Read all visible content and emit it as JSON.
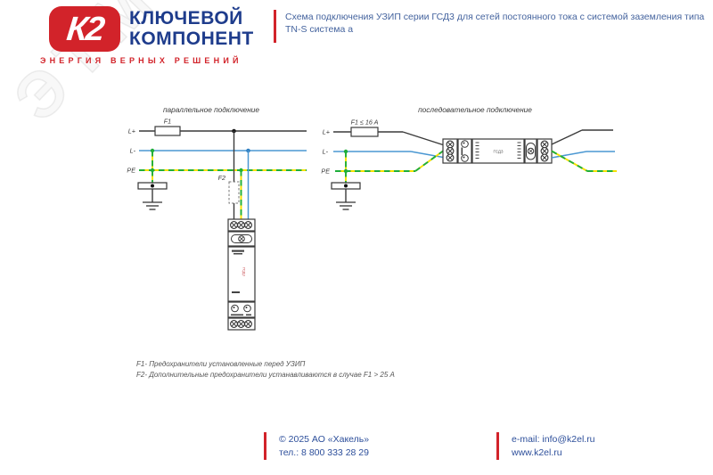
{
  "header": {
    "logo": {
      "mark": "К2",
      "brand_line1": "КЛЮЧЕВОЙ",
      "brand_line2": "КОМПОНЕНТ",
      "tagline": "ЭНЕРГИЯ ВЕРНЫХ РЕШЕНИЙ"
    },
    "title_line1": "Схема подключения УЗИП серии ГСД3 для сетей постоянного тока с системой заземления  типа",
    "title_line2": "TN-S система а"
  },
  "watermark": "ЭТМ",
  "diagram": {
    "parallel": {
      "title": "параллельное подключение",
      "labels": {
        "l_plus": "L+",
        "l_minus": "L-",
        "pe": "PE",
        "f1": "F1",
        "f2": "F2"
      },
      "device_label": "ГСД3"
    },
    "series": {
      "title": "последовательное подключение",
      "labels": {
        "l_plus": "L+",
        "l_minus": "L-",
        "pe": "PE",
        "f1": "F1 ≤ 16 A"
      },
      "device_label": "ГСД3"
    },
    "colors": {
      "l_plus_wire": "#3a3a3a",
      "l_minus_wire": "#4a97d2",
      "pe_green": "#1fae3a",
      "pe_yellow": "#f7e000",
      "brand_red": "#d2232a",
      "brand_blue": "#1e3c8c",
      "title_text": "#44639e"
    }
  },
  "notes": {
    "f1": "F1- Предохранители установленные перед УЗИП",
    "f2": "F2- Дополнительные предохранители устанавливаются в случае F1 > 25 А"
  },
  "footer": {
    "center": {
      "copyright": "© 2025 АО «Хакель»",
      "phone": "тел.: 8 800 333 28 29"
    },
    "right": {
      "email": "e-mail: info@k2el.ru",
      "website": "www.k2el.ru"
    }
  }
}
